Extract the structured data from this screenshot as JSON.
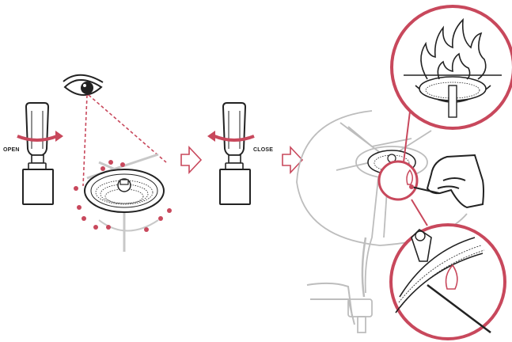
{
  "labels": {
    "open": "OPEN",
    "close": "CLOSE"
  },
  "colors": {
    "accent": "#c8485c",
    "line": "#222222",
    "gray": "#b8b8b8"
  },
  "icons": [
    "eye-icon",
    "rotate-arrow-icon",
    "flow-arrow-icon",
    "flame-icon",
    "match-icon",
    "magnifier-circle"
  ]
}
